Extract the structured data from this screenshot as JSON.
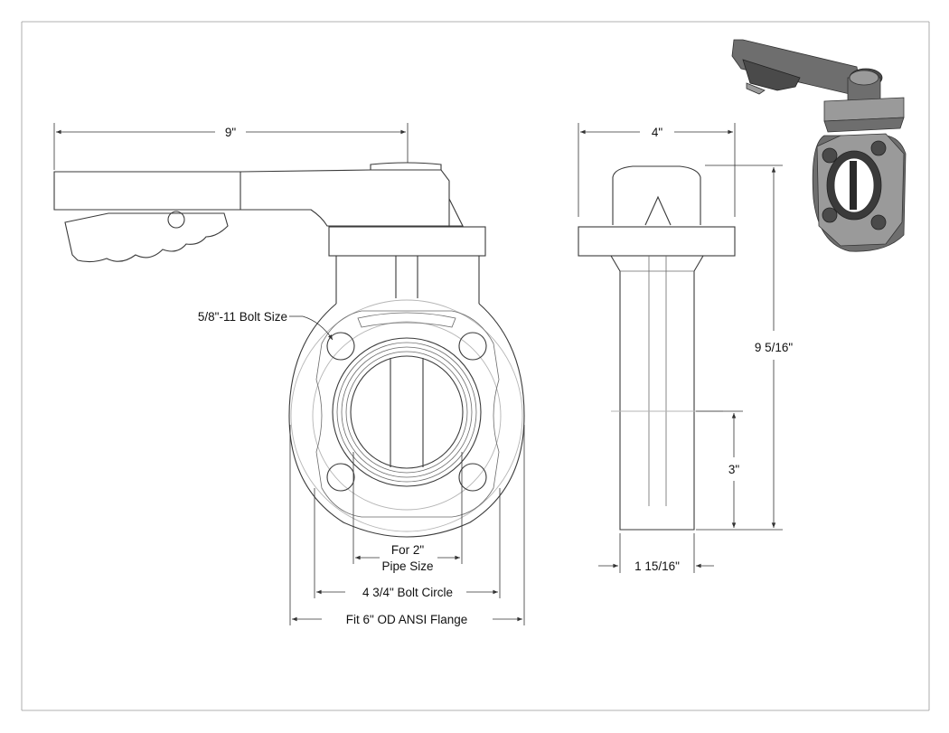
{
  "labels": {
    "handle_length": "9\"",
    "body_width": "4\"",
    "overall_height": "9 5/16\"",
    "lower_height": "3\"",
    "face_width": "1 15/16\"",
    "bolt_size": "5/8\"-11 Bolt Size",
    "pipe_size_line1": "For 2\"",
    "pipe_size_line2": "Pipe Size",
    "bolt_circle": "4 3/4\" Bolt Circle",
    "flange_fit": "Fit 6\" OD ANSI Flange"
  }
}
